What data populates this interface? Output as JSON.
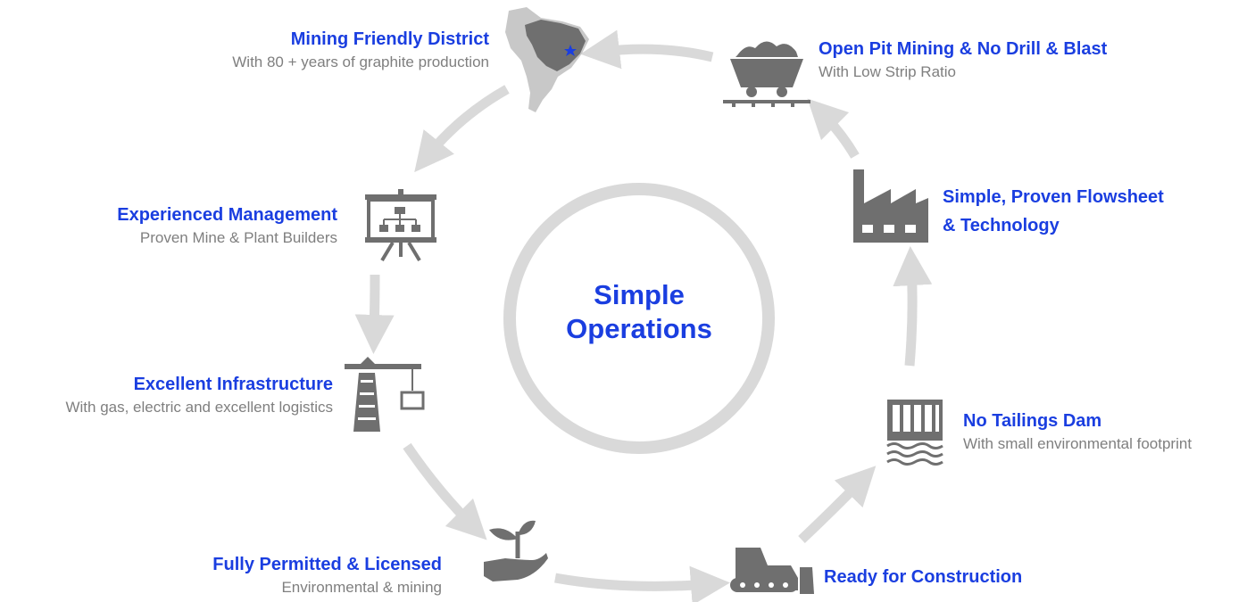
{
  "center": {
    "line1": "Simple",
    "line2": "Operations"
  },
  "colors": {
    "title": "#1a3ee0",
    "subtitle": "#7f7f7f",
    "icon": "#6f6f6f",
    "ring": "#d9d9d9"
  },
  "nodes": [
    {
      "id": "mining-district",
      "icon": "south-america-map-icon",
      "title": "Mining Friendly District",
      "subtitle": "With 80 + years of graphite production"
    },
    {
      "id": "open-pit",
      "icon": "mine-cart-icon",
      "title": "Open Pit Mining & No Drill & Blast",
      "subtitle": "With Low Strip Ratio"
    },
    {
      "id": "flowsheet",
      "icon": "factory-icon",
      "title_line1": "Simple, Proven Flowsheet",
      "title_line2": "& Technology"
    },
    {
      "id": "tailings",
      "icon": "dam-icon",
      "title": "No Tailings Dam",
      "subtitle": "With small environmental footprint"
    },
    {
      "id": "construction",
      "icon": "bulldozer-icon",
      "title": "Ready for Construction"
    },
    {
      "id": "permitted",
      "icon": "hand-plant-icon",
      "title": "Fully Permitted & Licensed",
      "subtitle": "Environmental & mining"
    },
    {
      "id": "infrastructure",
      "icon": "crane-icon",
      "title": "Excellent Infrastructure",
      "subtitle": "With gas, electric and excellent logistics"
    },
    {
      "id": "management",
      "icon": "presentation-board-icon",
      "title": "Experienced Management",
      "subtitle": "Proven Mine & Plant Builders"
    }
  ]
}
